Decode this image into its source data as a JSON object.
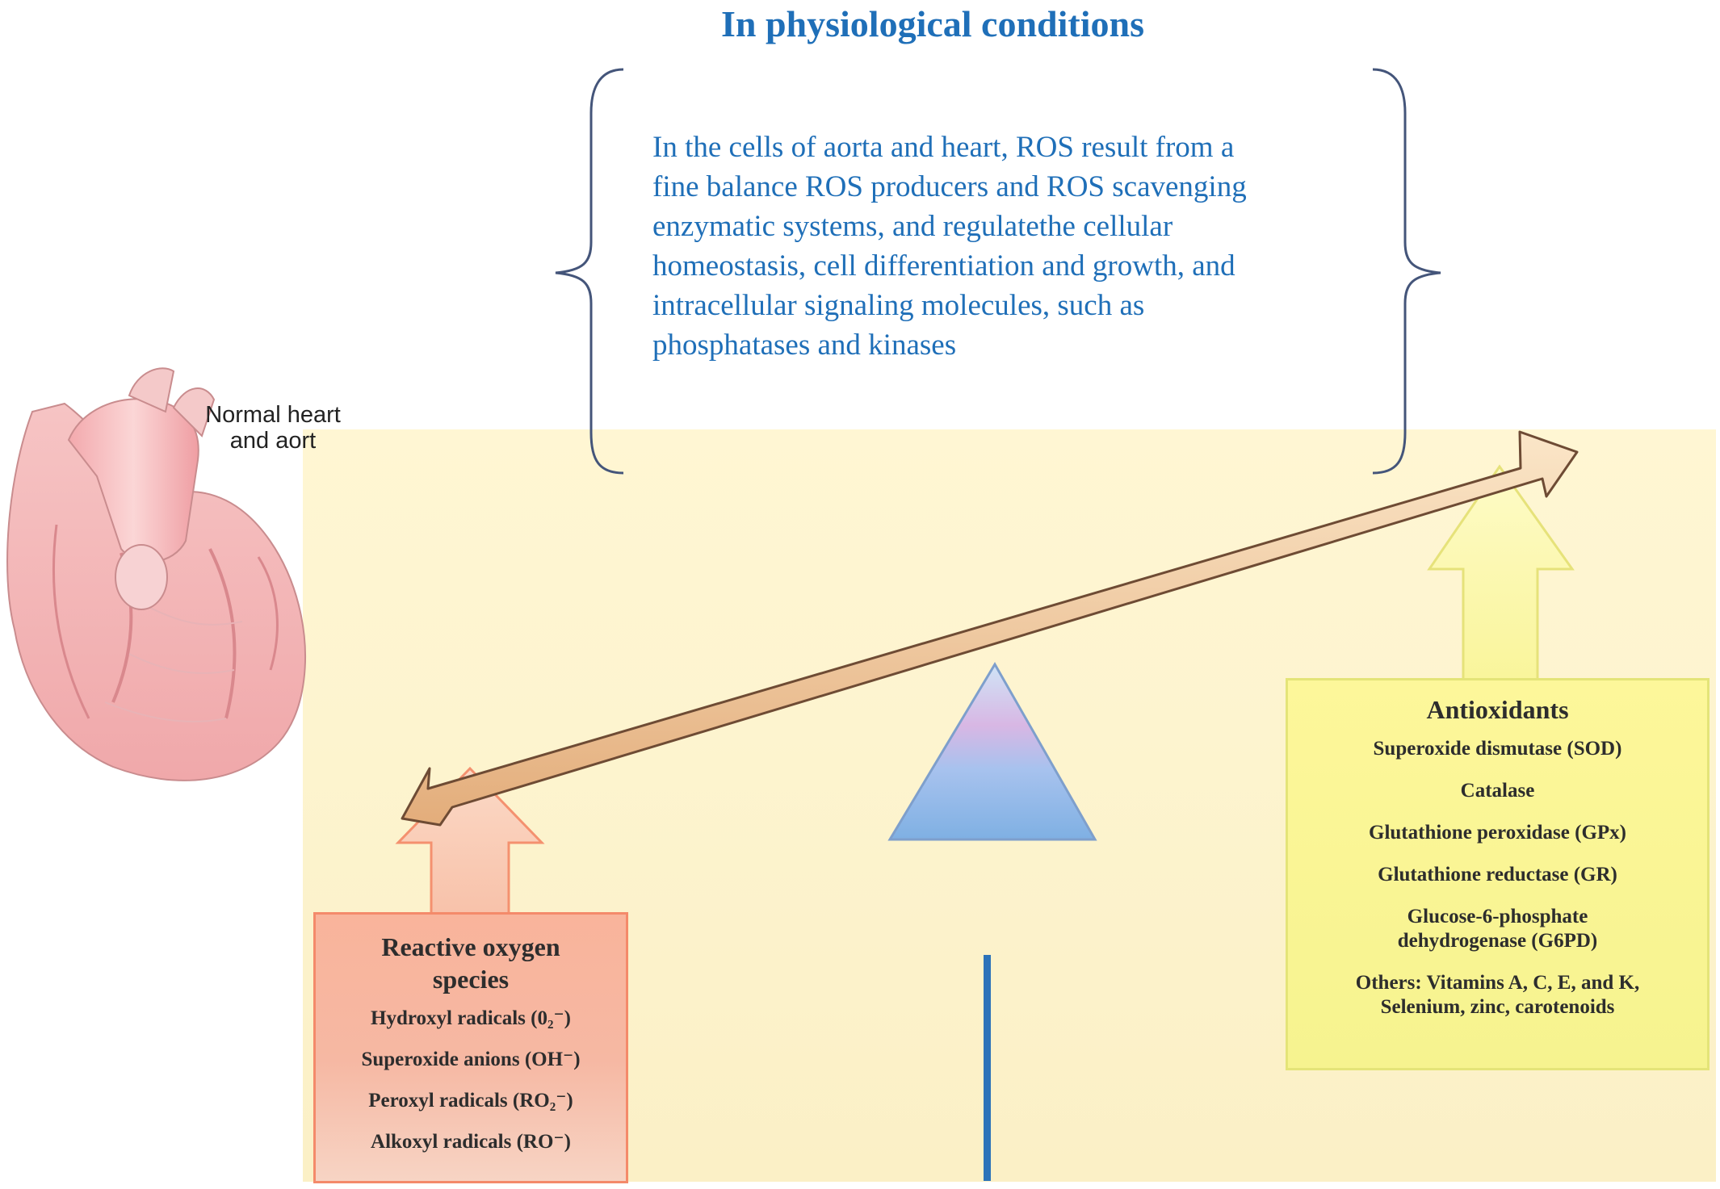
{
  "title": "In physiological conditions",
  "description": "In the cells of aorta and heart, ROS result from a\nfine balance ROS producers and ROS scavenging\nenzymatic systems, and regulatethe cellular\nhomeostasis, cell differentiation and growth, and\nintracellular signaling molecules, such as\nphosphatases and kinases",
  "heart_label": "Normal heart\nand aort",
  "ros": {
    "title": "Reactive oxygen\nspecies",
    "items": [
      "Hydroxyl radicals (0₂⁻)",
      "Superoxide anions (OH⁻)",
      "Peroxyl radicals (RO₂⁻)",
      "Alkoxyl radicals (RO⁻)"
    ]
  },
  "antioxidants": {
    "title": "Antioxidants",
    "items": [
      "Superoxide dismutase (SOD)",
      "Catalase",
      "Glutathione peroxidase (GPx)",
      "Glutathione reductase (GR)",
      "Glucose-6-phosphate\ndehydrogenase (G6PD)",
      "Others: Vitamins A, C, E, and K,\nSelenium, zinc, carotenoids"
    ]
  },
  "colors": {
    "title_blue": "#1f6fb8",
    "panel_yellow": "#fdf4cf",
    "ros_orange": "#f6b8a3",
    "antioxidant_yellow": "#f6f38f",
    "beam_tan": "#e9b987",
    "fulcrum_blue": "#8fb6e6"
  }
}
